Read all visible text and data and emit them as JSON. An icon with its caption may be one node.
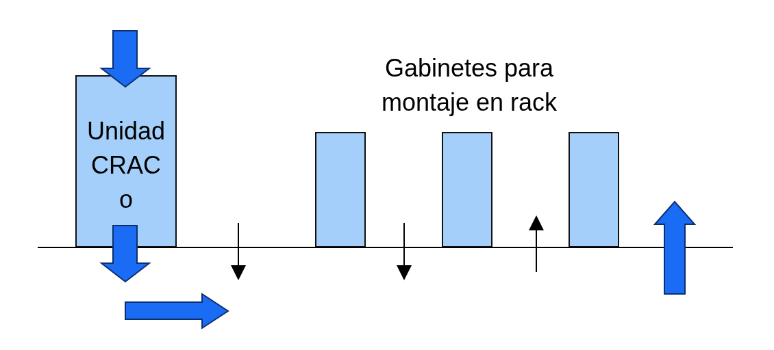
{
  "diagram": {
    "nodes": [
      {
        "text": [
          "Unidad CRAC o"
        ]
      },
      {
        "text": [],
        "shape": "box"
      },
      {
        "text": [],
        "shape": "box"
      },
      {
        "text": [],
        "shape": "box"
      }
    ],
    "labels": [
      "Gabinetes para montaje en rack"
    ]
  }
}
